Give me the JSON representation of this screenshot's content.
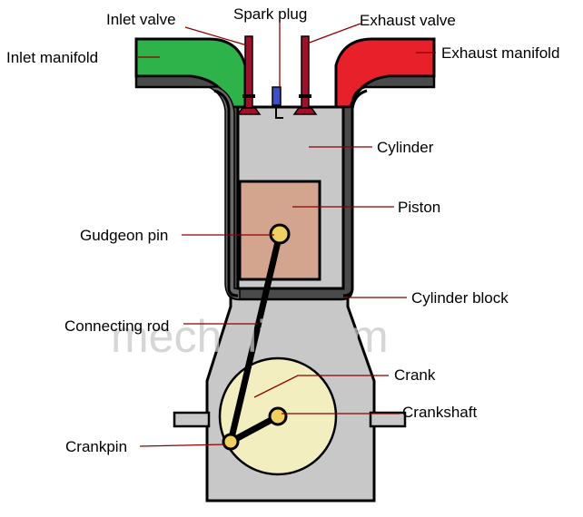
{
  "labels": {
    "inlet_valve": "Inlet valve",
    "spark_plug": "Spark plug",
    "exhaust_valve": "Exhaust valve",
    "inlet_manifold": "Inlet manifold",
    "exhaust_manifold": "Exhaust manifold",
    "cylinder": "Cylinder",
    "piston": "Piston",
    "gudgeon_pin": "Gudgeon pin",
    "cylinder_block": "Cylinder block",
    "connecting_rod": "Connecting rod",
    "crank": "Crank",
    "crankshaft": "Crankshaft",
    "crankpin": "Crankpin"
  },
  "watermark": "mecholic.com",
  "colors": {
    "inlet_manifold": "#2db34a",
    "exhaust_manifold": "#e8202a",
    "block": "#c8c8c8",
    "piston": "#d4a58e",
    "crank_disc": "#f3eec0",
    "valve": "#a0102a",
    "spark_plug": "#3a4fc9",
    "leader": "#8b0000"
  }
}
